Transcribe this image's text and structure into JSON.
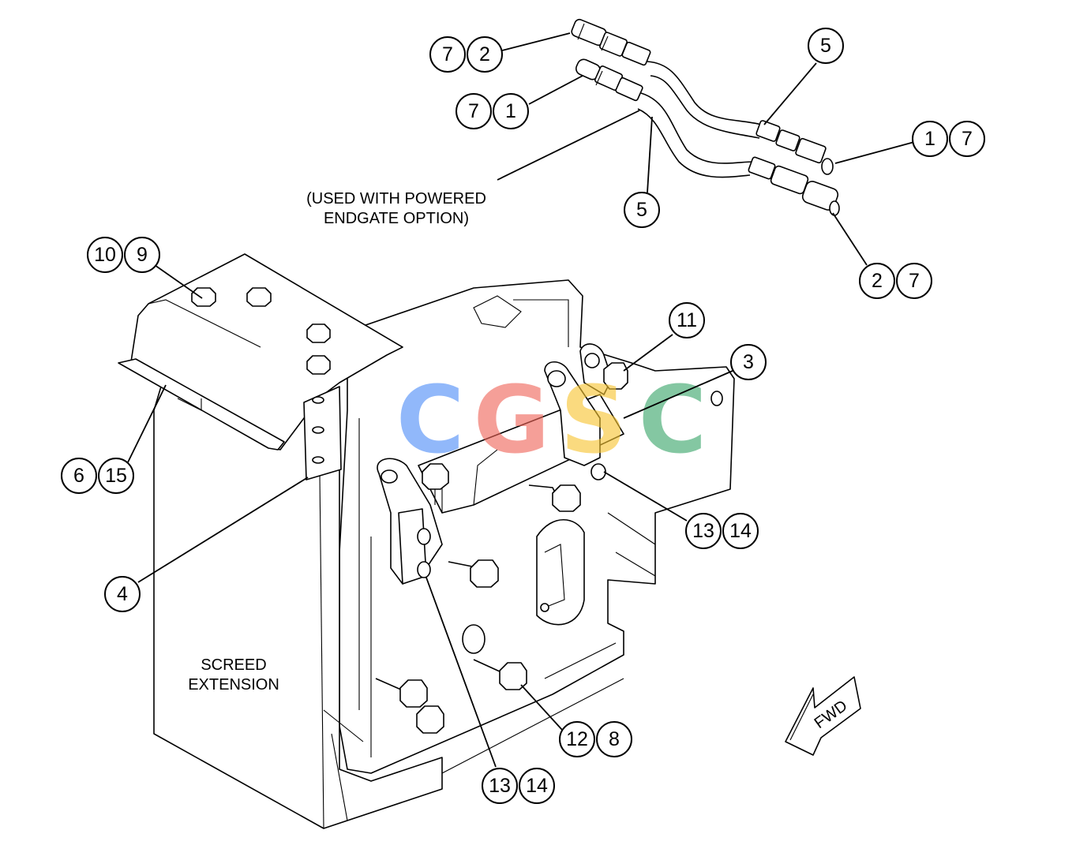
{
  "callouts": [
    {
      "id": "c-7-2",
      "numbers": [
        "7",
        "2"
      ]
    },
    {
      "id": "c-7-1",
      "numbers": [
        "7",
        "1"
      ]
    },
    {
      "id": "c-5-top",
      "numbers": [
        "5"
      ]
    },
    {
      "id": "c-1-7",
      "numbers": [
        "1",
        "7"
      ]
    },
    {
      "id": "c-5-mid",
      "numbers": [
        "5"
      ]
    },
    {
      "id": "c-2-7",
      "numbers": [
        "2",
        "7"
      ]
    },
    {
      "id": "c-10-9",
      "numbers": [
        "10",
        "9"
      ]
    },
    {
      "id": "c-11",
      "numbers": [
        "11"
      ]
    },
    {
      "id": "c-3",
      "numbers": [
        "3"
      ]
    },
    {
      "id": "c-6-15",
      "numbers": [
        "6",
        "15"
      ]
    },
    {
      "id": "c-13-14-right",
      "numbers": [
        "13",
        "14"
      ]
    },
    {
      "id": "c-4",
      "numbers": [
        "4"
      ]
    },
    {
      "id": "c-12-8",
      "numbers": [
        "12",
        "8"
      ]
    },
    {
      "id": "c-13-14-bottom",
      "numbers": [
        "13",
        "14"
      ]
    }
  ],
  "notes": {
    "powered_endgate_line1": "(USED WITH POWERED",
    "powered_endgate_line2": "ENDGATE OPTION)",
    "screed_line1": "SCREED",
    "screed_line2": "EXTENSION",
    "direction_arrow": "FWD"
  },
  "watermark": {
    "letters": [
      {
        "char": "C",
        "color": "#4f8ef7"
      },
      {
        "char": "G",
        "color": "#f0665a"
      },
      {
        "char": "S",
        "color": "#f7c531"
      },
      {
        "char": "C",
        "color": "#3aa66a"
      }
    ]
  }
}
